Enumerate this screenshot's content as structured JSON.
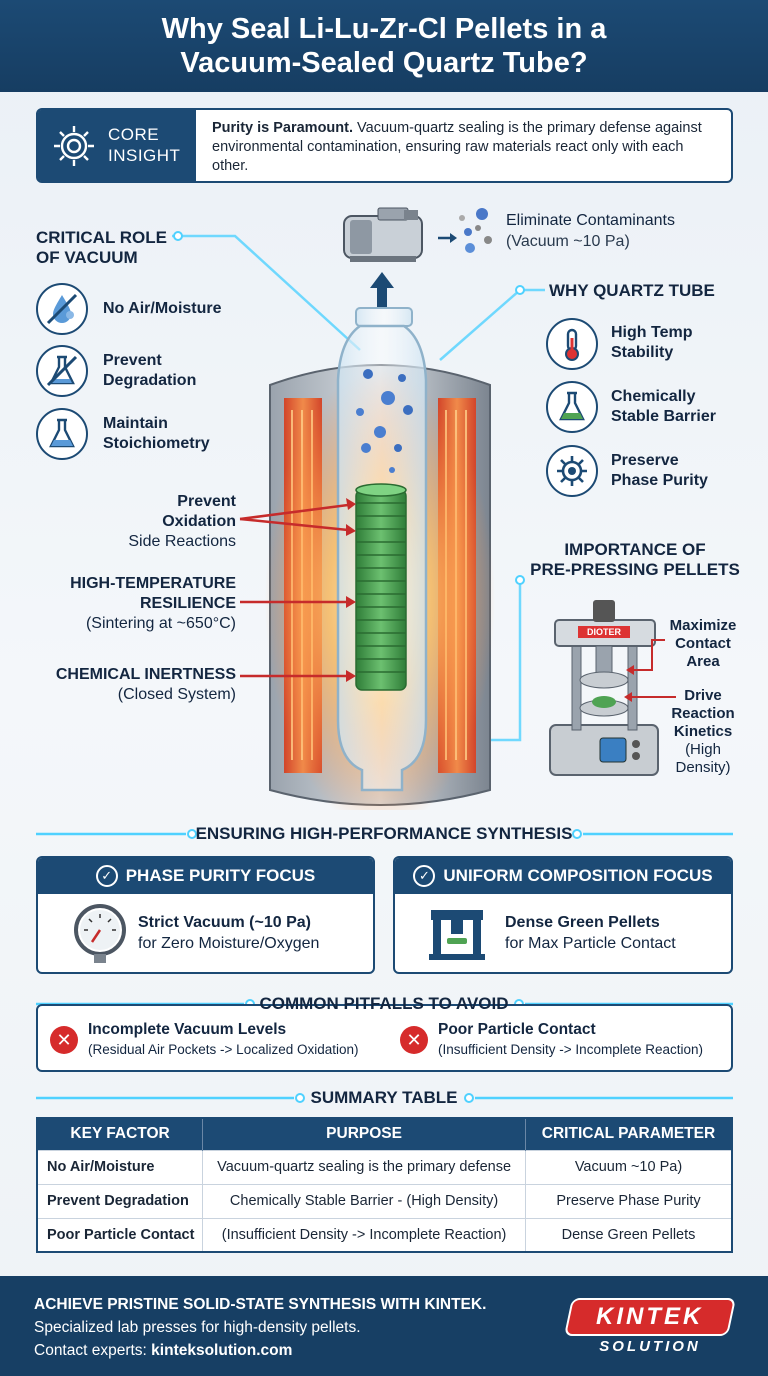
{
  "header": {
    "title": "Why Seal Li-Lu-Zr-Cl Pellets in a Vacuum-Sealed Quartz Tube?"
  },
  "core_insight": {
    "label_line1": "CORE",
    "label_line2": "INSIGHT",
    "bold_lead": "Purity is Paramount.",
    "text": " Vacuum-quartz sealing is the primary defense against environmental contamination, ensuring raw materials react only with each other."
  },
  "vacuum_role": {
    "title_line1": "CRITICAL ROLE",
    "title_line2": "OF VACUUM",
    "items": [
      {
        "line1": "No Air/Moisture",
        "line2": "",
        "icon": "no-moisture-icon"
      },
      {
        "line1": "Prevent",
        "line2": "Degradation",
        "icon": "no-degradation-flask-icon"
      },
      {
        "line1": "Maintain",
        "line2": "Stoichiometry",
        "icon": "flask-icon"
      }
    ]
  },
  "pump": {
    "title": "Eliminate Contaminants",
    "subtitle": "(Vacuum ~10 Pa)"
  },
  "quartz": {
    "title": "WHY QUARTZ TUBE",
    "items": [
      {
        "line1": "High Temp",
        "line2": "Stability",
        "icon": "thermometer-icon"
      },
      {
        "line1": "Chemically",
        "line2": "Stable Barrier",
        "icon": "flask-icon"
      },
      {
        "line1": "Preserve",
        "line2": "Phase Purity",
        "icon": "gear-icon"
      }
    ]
  },
  "center_labels": {
    "oxidation": {
      "b1": "Prevent",
      "b2": "Oxidation",
      "sub": "Side Reactions"
    },
    "resilience": {
      "b1": "HIGH-TEMPERATURE",
      "b2": "RESILIENCE",
      "sub": "(Sintering at ~650°C)"
    },
    "inertness": {
      "b1": "CHEMICAL INERTNESS",
      "sub": "(Closed System)"
    }
  },
  "prepress": {
    "title_line1": "IMPORTANCE OF",
    "title_line2": "PRE-PRESSING PELLETS",
    "press_brand": "DIOTER",
    "label1": [
      "Maximize",
      "Contact",
      "Area"
    ],
    "label2": [
      "Drive",
      "Reaction",
      "Kinetics",
      "(High",
      "Density)"
    ]
  },
  "ensuring": {
    "title": "ENSURING HIGH-PERFORMANCE SYNTHESIS",
    "cards": [
      {
        "head": "PHASE PURITY FOCUS",
        "b": "Strict Vacuum (~10 Pa)",
        "t": "for Zero Moisture/Oxygen",
        "icon": "pressure-gauge-icon"
      },
      {
        "head": "UNIFORM COMPOSITION FOCUS",
        "b": "Dense Green Pellets",
        "t": "for Max Particle Contact",
        "icon": "press-icon"
      }
    ]
  },
  "pitfalls": {
    "title": "COMMON PITFALLS TO AVOID",
    "items": [
      {
        "b": "Incomplete Vacuum Levels",
        "t": "(Residual Air Pockets -> Localized Oxidation)"
      },
      {
        "b": "Poor Particle Contact",
        "t": "(Insufficient Density -> Incomplete Reaction)"
      }
    ]
  },
  "summary": {
    "title": "SUMMARY TABLE",
    "headers": [
      "KEY FACTOR",
      "PURPOSE",
      "CRITICAL PARAMETER"
    ],
    "rows": [
      [
        "No Air/Moisture",
        "Vacuum-quartz sealing is the primary defense",
        "Vacuum ~10 Pa)"
      ],
      [
        "Prevent Degradation",
        "Chemically Stable Barrier - (High Density)",
        "Preserve Phase Purity"
      ],
      [
        "Poor Particle Contact",
        "(Insufficient Density -> Incomplete Reaction)",
        "Dense Green Pellets"
      ]
    ]
  },
  "footer": {
    "line1": "ACHIEVE PRISTINE SOLID-STATE SYNTHESIS WITH KINTEK.",
    "line2": "Specialized lab presses for high-density pellets.",
    "line3_prefix": "Contact experts: ",
    "line3_link": "kinteksolution.com",
    "logo_top": "KINTEK",
    "logo_bottom": "SOLUTION"
  },
  "colors": {
    "navy": "#1c4a74",
    "red": "#d62b2b",
    "green": "#4fa353",
    "glow": "#4fd1ff"
  }
}
